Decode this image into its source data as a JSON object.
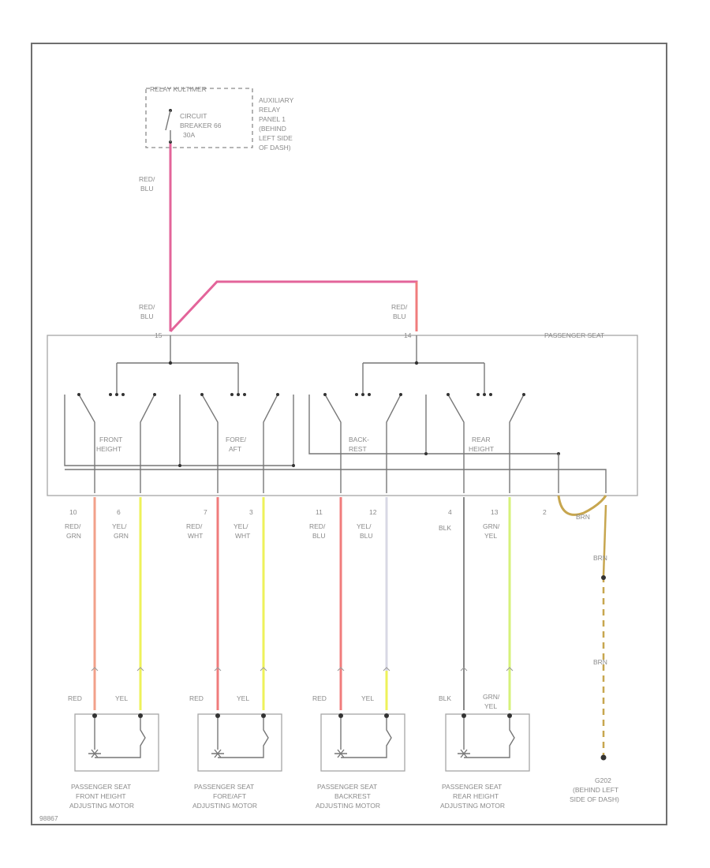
{
  "fuse_box": {
    "title": "RELAY KULTIMER",
    "breaker_label": [
      "CIRCUIT",
      "BREAKER 66",
      "30A"
    ],
    "location_note": [
      "AUXILIARY",
      "RELAY",
      "PANEL 1",
      "(BEHIND",
      "LEFT SIDE",
      "OF DASH)"
    ]
  },
  "feed_wire": {
    "top_label": [
      "RED/",
      "BLU"
    ],
    "left_label": [
      "RED/",
      "BLU"
    ],
    "right_label": [
      "RED/",
      "BLU"
    ],
    "colors": {
      "red_blu": "#e3649a",
      "red": "#f07c7c",
      "yellow": "#eef25a",
      "orange_red": "#f2a08a",
      "white": "#d8d8e4",
      "black": "#888888",
      "green_yel": "#d6f27a",
      "brown": "#c7a64f"
    }
  },
  "seat_switch": {
    "title": "PASSENGER SEAT",
    "labels": [
      [
        "FRONT",
        "HEIGHT"
      ],
      [
        "FORE/",
        "AFT"
      ],
      [
        "BACK-",
        "REST"
      ],
      [
        "REAR",
        "HEIGHT"
      ]
    ]
  },
  "pins": [
    "10",
    "6",
    "7",
    "3",
    "11",
    "12",
    "4",
    "13",
    "2"
  ],
  "wires": [
    {
      "upper": [
        "RED/",
        "GRN"
      ],
      "lower": [
        "RED"
      ]
    },
    {
      "upper": [
        "YEL/",
        "GRN"
      ],
      "lower": [
        "YEL"
      ]
    },
    {
      "upper": [
        "RED/",
        "WHT"
      ],
      "lower": [
        "RED"
      ]
    },
    {
      "upper": [
        "YEL/",
        "WHT"
      ],
      "lower": [
        "YEL"
      ]
    },
    {
      "upper": [
        "RED/",
        "BLU"
      ],
      "lower": [
        "RED"
      ]
    },
    {
      "upper": [
        "YEL/",
        "BLU"
      ],
      "lower": [
        "YEL"
      ]
    },
    {
      "upper": [
        "BLK"
      ],
      "lower": [
        "BLK"
      ]
    },
    {
      "upper": [
        "GRN/",
        "YEL"
      ],
      "lower": [
        "GRN/",
        "YEL"
      ]
    }
  ],
  "ground_wire": {
    "top": "BRN",
    "mid1": "BRN",
    "mid2": "BRN"
  },
  "motors": [
    [
      "PASSENGER SEAT",
      "FRONT HEIGHT",
      "ADJUSTING MOTOR"
    ],
    [
      "PASSENGER SEAT",
      "FORE/AFT",
      "ADJUSTING MOTOR"
    ],
    [
      "PASSENGER SEAT",
      "BACKREST",
      "ADJUSTING MOTOR"
    ],
    [
      "PASSENGER SEAT",
      "REAR HEIGHT",
      "ADJUSTING MOTOR"
    ]
  ],
  "ground": [
    "G202",
    "(BEHIND LEFT",
    "SIDE OF DASH)"
  ],
  "footer_id": "98867"
}
